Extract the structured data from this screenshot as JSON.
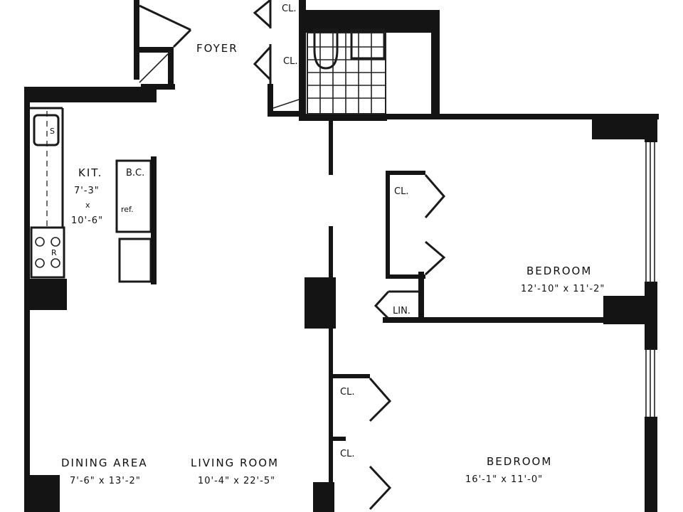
{
  "plan": {
    "rooms": {
      "foyer": "FOYER",
      "kitchen": "KIT.",
      "kitchen_dim_w": "7'-3\"",
      "kitchen_dim_x": "x",
      "kitchen_dim_l": "10'-6\"",
      "dining": "DINING AREA",
      "dining_dim": "7'-6\" x 13'-2\"",
      "living": "LIVING ROOM",
      "living_dim": "10'-4\" x 22'-5\"",
      "bedroom1": "BEDROOM",
      "bedroom1_dim": "12'-10\" x 11'-2\"",
      "bedroom2": "BEDROOM",
      "bedroom2_dim": "16'-1\" x 11'-0\""
    },
    "closets": {
      "foyer_top": "CL.",
      "foyer_mid": "CL.",
      "bedroom1": "CL.",
      "linen": "LIN.",
      "bedroom2_top": "CL.",
      "bedroom2_bottom": "CL."
    },
    "fixtures": {
      "broom_closet": "B.C.",
      "refrigerator": "ref.",
      "sink": "S",
      "range": "R"
    }
  }
}
